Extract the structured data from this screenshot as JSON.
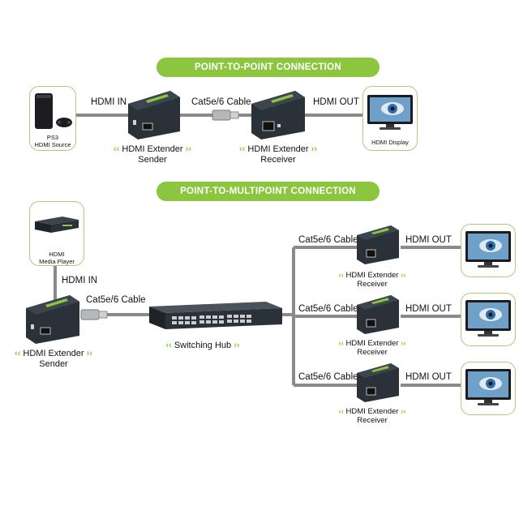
{
  "banners": {
    "p2p": "POINT-TO-POINT CONNECTION",
    "p2mp": "POINT-TO-MULTIPOINT CONNECTION"
  },
  "p2p": {
    "source_caption_1": "PS3",
    "source_caption_2": "HDMI Source",
    "hdmi_in": "HDMI IN",
    "cable": "Cat5e/6 Cable",
    "hdmi_out": "HDMI OUT",
    "sender_label_1": "HDMI Extender",
    "sender_label_2": "Sender",
    "receiver_label_1": "HDMI Extender",
    "receiver_label_2": "Receiver",
    "display_caption": "HDMI Display"
  },
  "p2mp": {
    "player_caption_1": "HDMI",
    "player_caption_2": "Media Player",
    "hdmi_in": "HDMI IN",
    "cable": "Cat5e/6 Cable",
    "sender_label_1": "HDMI Extender",
    "sender_label_2": "Sender",
    "hub_label": "Switching Hub",
    "branches": [
      {
        "cable": "Cat5e/6 Cable",
        "hdmi_out": "HDMI OUT",
        "receiver_1": "HDMI Extender",
        "receiver_2": "Receiver"
      },
      {
        "cable": "Cat5e/6 Cable",
        "hdmi_out": "HDMI OUT",
        "receiver_1": "HDMI Extender",
        "receiver_2": "Receiver"
      },
      {
        "cable": "Cat5e/6 Cable",
        "hdmi_out": "HDMI OUT",
        "receiver_1": "HDMI Extender",
        "receiver_2": "Receiver"
      }
    ]
  },
  "chevrons": {
    "left": "‹‹",
    "right": "››"
  },
  "colors": {
    "accent": "#8cc63f",
    "device": "#2b3138",
    "line": "#888888"
  }
}
